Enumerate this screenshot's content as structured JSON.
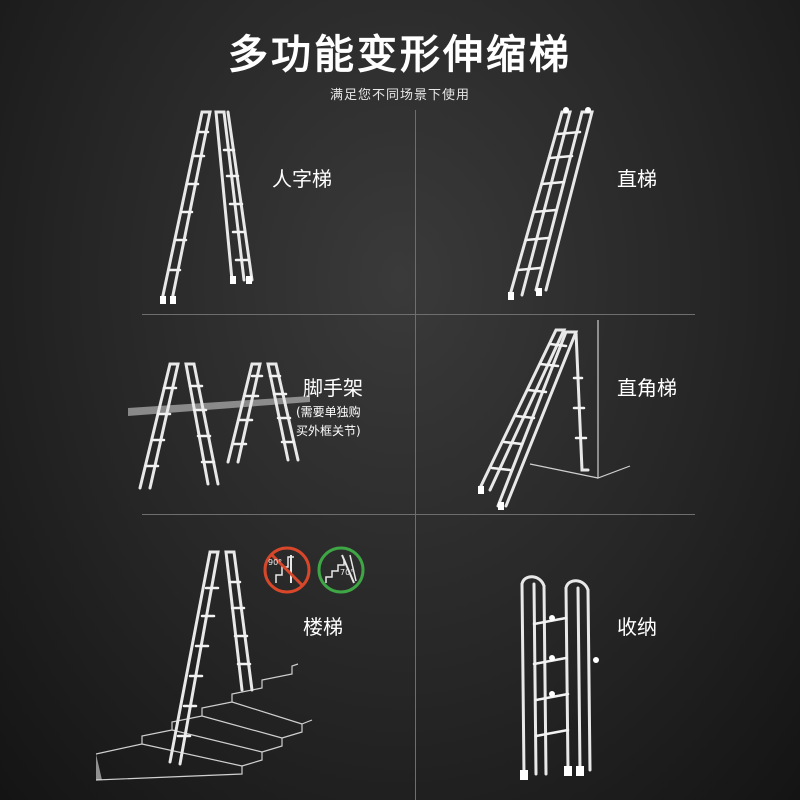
{
  "header": {
    "title": "多功能变形伸缩梯",
    "subtitle": "满足您不同场景下使用"
  },
  "modes": [
    {
      "label": "人字梯"
    },
    {
      "label": "直梯"
    },
    {
      "label": "脚手架",
      "note_line1": "(需要单独购",
      "note_line2": "买外框关节)"
    },
    {
      "label": "直角梯"
    },
    {
      "label": "楼梯"
    },
    {
      "label": "收纳"
    }
  ],
  "stair_badges": [
    {
      "angle": "90°",
      "status": "not-allowed",
      "color": "#d9472b"
    },
    {
      "angle": "70°",
      "status": "allowed",
      "color": "#3ea645"
    }
  ],
  "colors": {
    "background": "#262626",
    "text": "#ffffff",
    "divider": "#6e6e6e"
  }
}
